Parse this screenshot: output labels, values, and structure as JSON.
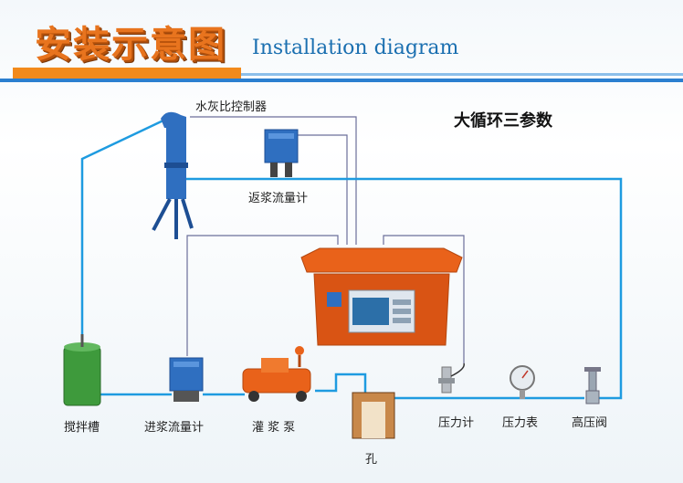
{
  "header": {
    "title_cn": "安装示意图",
    "title_en": "Installation diagram"
  },
  "subtitle": "大循环三参数",
  "labels": {
    "ratio_controller": "水灰比控制器",
    "return_flowmeter": "返浆流量计",
    "mixing_tank": "搅拌槽",
    "inlet_flowmeter": "进浆流量计",
    "grout_pump": "灌 浆 泵",
    "hole": "孔",
    "pressure_gauge_sensor": "压力计",
    "pressure_meter": "压力表",
    "high_pressure_valve": "高压阀"
  },
  "colors": {
    "pipe_blue": "#1e9be0",
    "signal_line": "#6b6f9a",
    "device_blue": "#2f6fc0",
    "recorder_orange": "#e9621a",
    "tank_green": "#3e9a3c",
    "title_orange": "#e8741e",
    "title_blue": "#1a6fb0"
  }
}
